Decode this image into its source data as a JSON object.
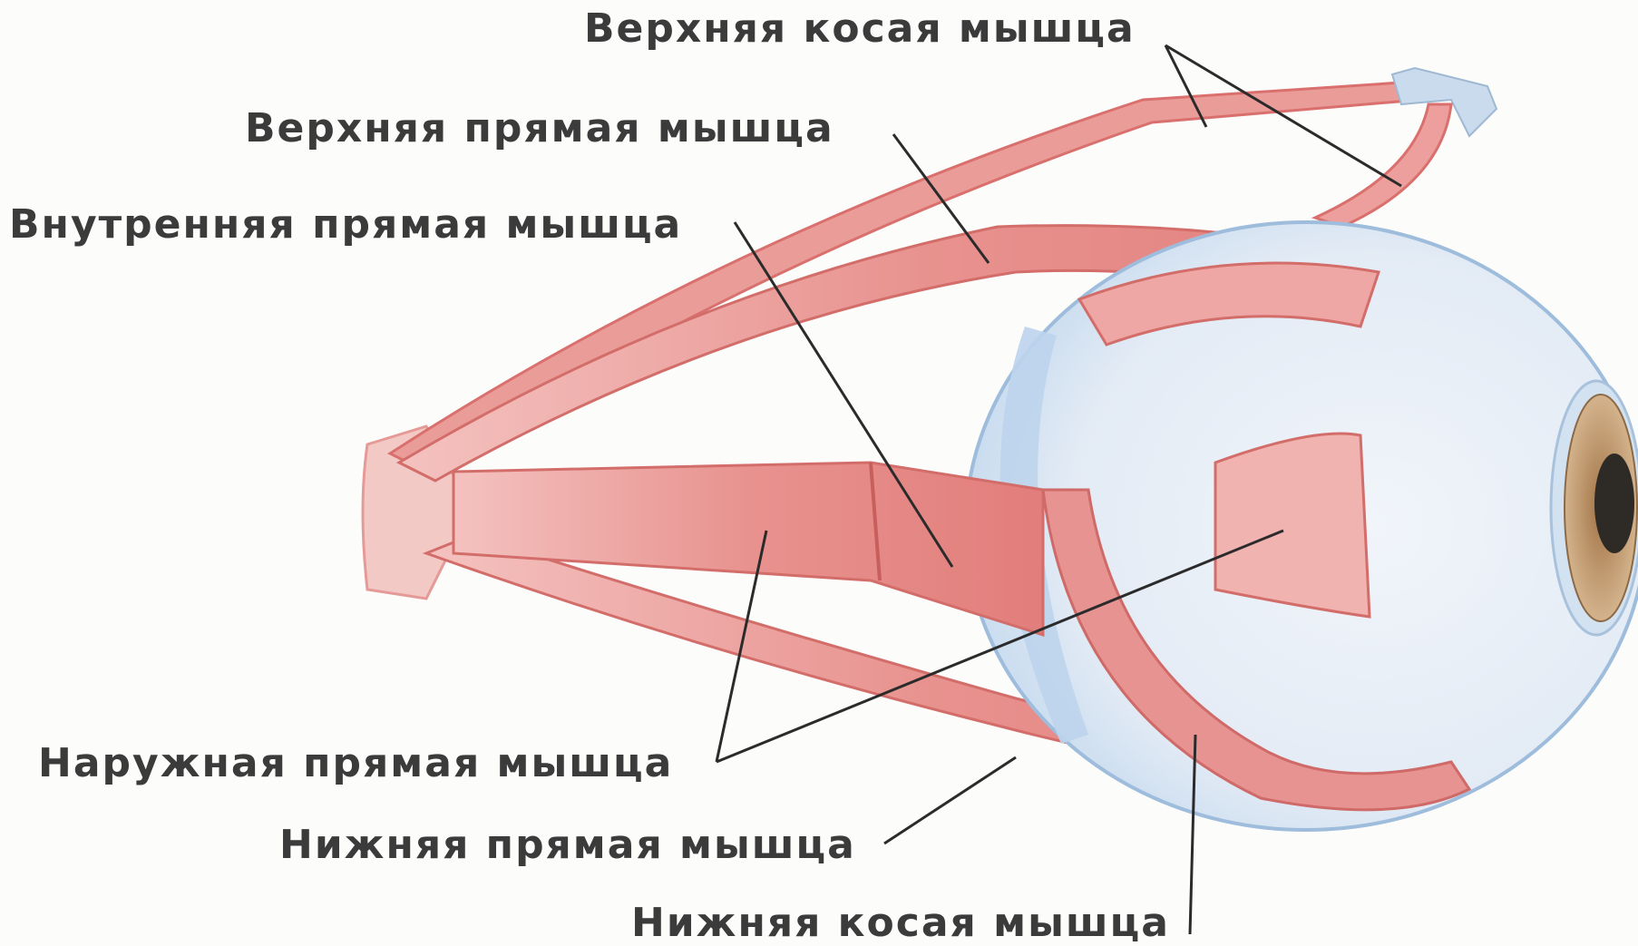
{
  "labels": {
    "superior_oblique": "Верхняя косая мышца",
    "superior_rectus": "Верхняя прямая мышца",
    "medial_rectus": "Внутренняя прямая мышца",
    "lateral_rectus": "Наружная прямая мышца",
    "inferior_rectus": "Нижняя прямая мышца",
    "inferior_oblique": "Нижняя косая мышца"
  },
  "colors": {
    "muscle": "#e58c8a",
    "muscle_dark": "#cf6a68",
    "sclera": "#e7eef6",
    "cornea_blue": "#bcd4ec",
    "iris": "#b98a5a",
    "pupil": "#2e2a26",
    "leader_line": "#2b2b2b",
    "text": "#3b3b3b"
  }
}
